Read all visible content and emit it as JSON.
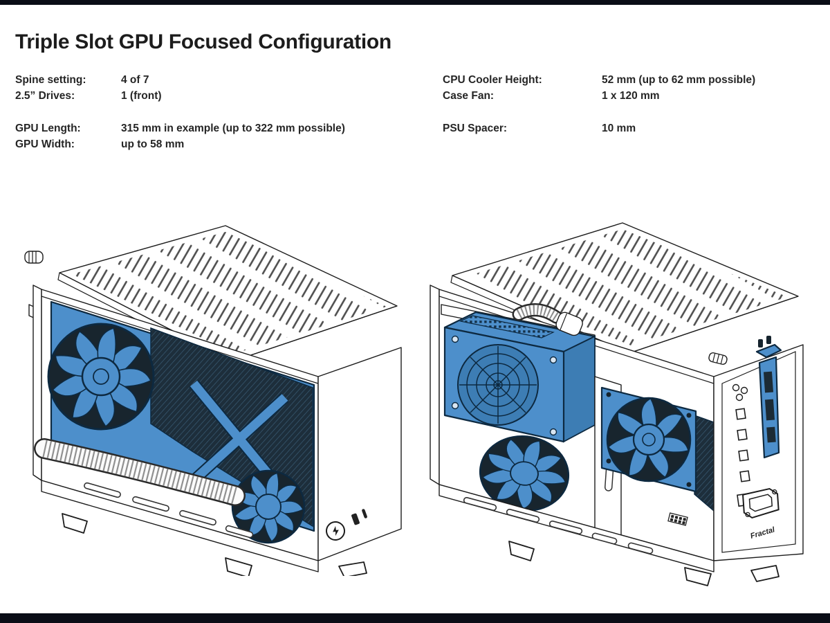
{
  "page": {
    "title": "Triple Slot GPU Focused Configuration"
  },
  "specs": {
    "left": [
      {
        "label": "Spine setting:",
        "value": "4 of 7"
      },
      {
        "label": "2.5” Drives:",
        "value": "1 (front)"
      },
      {
        "label": "GPU Length:",
        "value": "315 mm in example (up to 322 mm possible)"
      },
      {
        "label": "GPU Width:",
        "value": "up to 58 mm"
      }
    ],
    "right": [
      {
        "label": "CPU Cooler Height:",
        "value": "52 mm (up to 62 mm possible)"
      },
      {
        "label": "Case Fan:",
        "value": "1 x 120 mm"
      },
      {
        "label": "PSU Spacer:",
        "value": "10 mm"
      }
    ]
  },
  "figures": {
    "left_caption": "",
    "right_caption": "",
    "fractal_logo": "Fractal"
  },
  "colors": {
    "highlight_blue": "#4D8FCB",
    "line": "#1C1C1C",
    "edge_bar": "#0A0D16",
    "background": "#FFFFFF"
  }
}
